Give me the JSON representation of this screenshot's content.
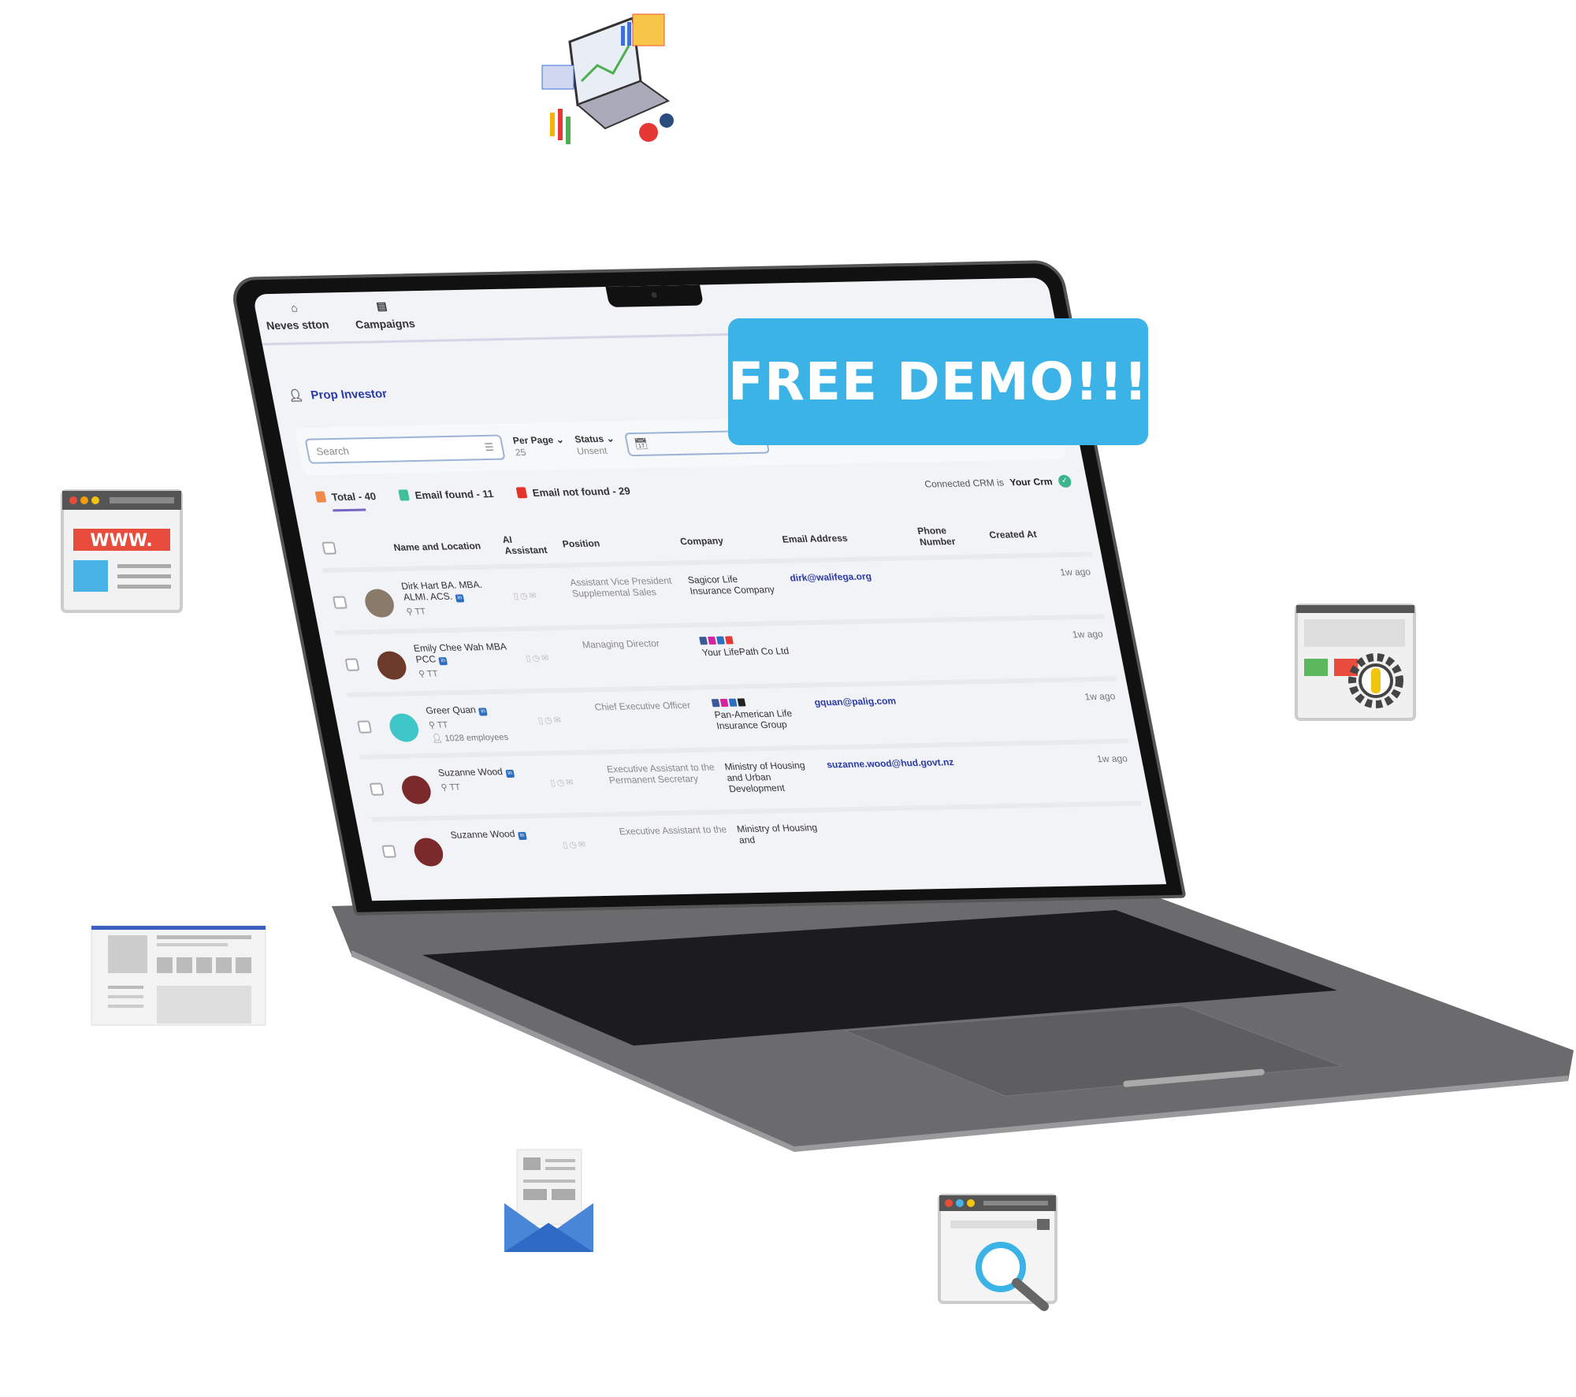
{
  "nav": {
    "items": [
      {
        "label": "Neves stton",
        "icon": "home-icon"
      },
      {
        "label": "Campaigns",
        "icon": "document-icon"
      }
    ]
  },
  "workspace": {
    "name": "Prop Investor"
  },
  "toolbar": {
    "search_placeholder": "Search",
    "per_page_label": "Per Page",
    "per_page_value": "25",
    "status_label": "Status",
    "status_value": "Unsent"
  },
  "stats": {
    "total": "Total - 40",
    "found": "Email found - 11",
    "not_found": "Email not found - 29",
    "crm_prefix": "Connected CRM is",
    "crm_name": "Your Crm",
    "colors": {
      "total": "#ef8a4a",
      "found": "#3fbf9a",
      "not_found": "#e5332a"
    }
  },
  "table": {
    "headers": [
      "Name and Location",
      "AI Assistant",
      "Position",
      "Company",
      "Email Address",
      "Phone Number",
      "Created At"
    ],
    "rows": [
      {
        "name": "Dirk Hart BA. MBA. ALMI. ACS.",
        "location": "TT",
        "employees": "",
        "position": "Assistant Vice President Supplemental Sales",
        "company": "Sagicor Life Insurance Company",
        "email": "dirk@walifega.org",
        "phone": "",
        "created": "1w ago",
        "avatar": "#8a7a6a"
      },
      {
        "name": "Emily Chee Wah MBA PCC",
        "location": "TT",
        "employees": "",
        "position": "Managing Director",
        "company": "Your LifePath Co Ltd",
        "email": "",
        "phone": "",
        "created": "1w ago",
        "avatar": "#6b3a2a"
      },
      {
        "name": "Greer Quan",
        "location": "TT",
        "employees": "1028 employees",
        "position": "Chief Executive Officer",
        "company": "Pan-American Life Insurance Group",
        "email": "gquan@palig.com",
        "phone": "",
        "created": "1w ago",
        "avatar": "#3ec6c9"
      },
      {
        "name": "Suzanne Wood",
        "location": "TT",
        "employees": "",
        "position": "Executive Assistant to the Permanent Secretary",
        "company": "Ministry of Housing and Urban Development",
        "email": "suzanne.wood@hud.govt.nz",
        "phone": "",
        "created": "1w ago",
        "avatar": "#7a2a2a"
      },
      {
        "name": "Suzanne Wood",
        "location": "",
        "employees": "",
        "position": "Executive Assistant to the",
        "company": "Ministry of Housing and",
        "email": "",
        "phone": "",
        "created": "",
        "avatar": "#7a2a2a"
      }
    ]
  },
  "banner": {
    "text": "FREE DEMO!!!",
    "color": "#3bb3e6"
  },
  "decor": {
    "www_label": "WWW."
  }
}
